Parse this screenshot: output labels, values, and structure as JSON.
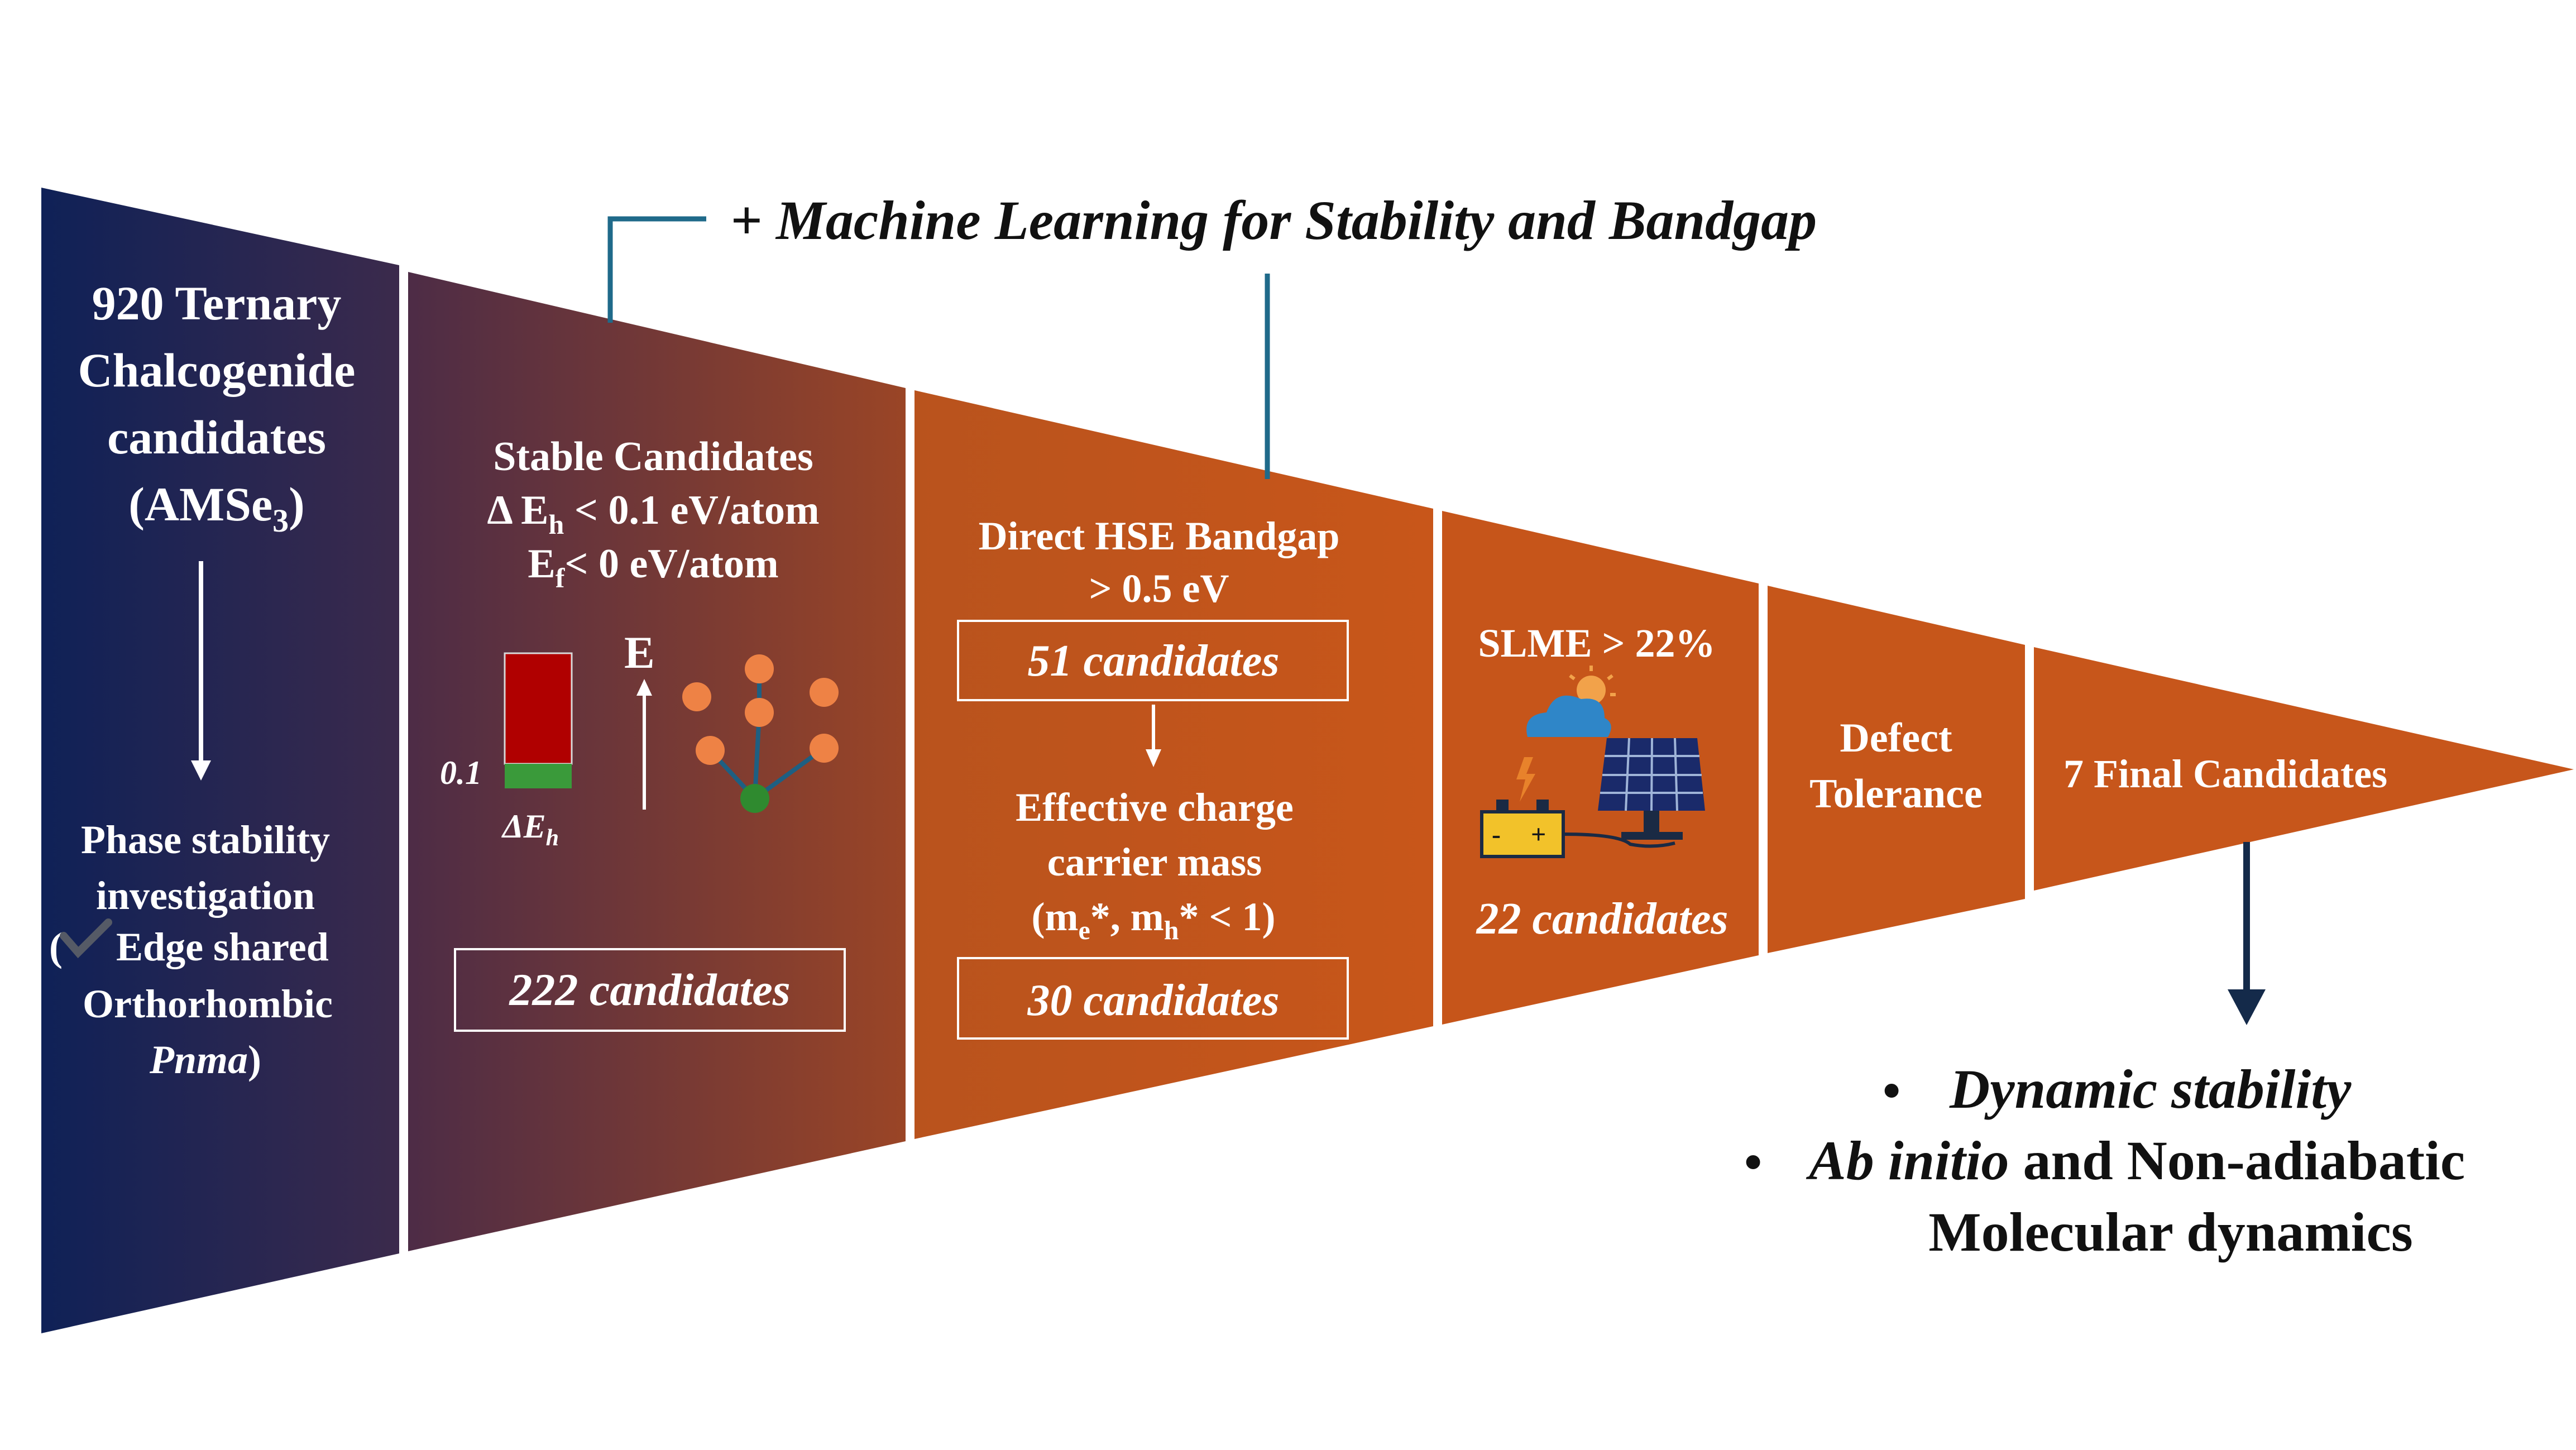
{
  "colors": {
    "navy": "#0d1f57",
    "orange": "#c8551a",
    "brown": "#5a3038",
    "connector": "#1f6a8a",
    "arrow_dark": "#142a4a"
  },
  "ml_label": "+ Machine Learning for Stability and Bandgap",
  "stage1": {
    "title_lines": [
      "920 Ternary",
      "Chalcogenide",
      "candidates"
    ],
    "formula_prefix": "(AMSe",
    "formula_sub": "3",
    "formula_suffix": ")",
    "phase_lines": [
      "Phase stability",
      "investigation"
    ],
    "check_icon": "checkmark-icon",
    "edge_label": "Edge shared",
    "ortho_label": "Orthorhombic",
    "group_label": "Pnma",
    "group_close": ")",
    "open_paren": "("
  },
  "stage2": {
    "title": "Stable Candidates",
    "c1_prefix": "Δ E",
    "c1_sub": "h",
    "c1_suffix": " < 0.1 eV/atom",
    "c2_prefix": "E",
    "c2_sub": "f",
    "c2_suffix": "< 0 eV/atom",
    "bar_tick": "0.1",
    "bar_label_prefix": "ΔE",
    "bar_label_sub": "h",
    "energy_label": "E",
    "count": "222 candidates"
  },
  "stage3": {
    "title": "Direct HSE Bandgap",
    "threshold": "> 0.5 eV",
    "count1": "51 candidates",
    "mass_title_lines": [
      "Effective charge",
      "carrier mass"
    ],
    "mass_m1": "(m",
    "mass_sub1": "e",
    "mass_mid": "*, m",
    "mass_sub2": "h",
    "mass_end": "* < 1)",
    "count2": "30 candidates"
  },
  "stage4": {
    "title": "SLME > 22%",
    "icon": "solar-panel-battery-icon",
    "battery_minus": "-",
    "battery_plus": "+",
    "count": "22 candidates"
  },
  "stage5": {
    "lines": [
      "Defect",
      "Tolerance"
    ]
  },
  "stage6": {
    "title": "7 Final Candidates"
  },
  "followup": {
    "bullet": "•",
    "item1": "Dynamic stability",
    "item2_italic": "Ab initio",
    "item2_rest": " and Non-adiabatic",
    "item2_line2": "Molecular dynamics"
  }
}
